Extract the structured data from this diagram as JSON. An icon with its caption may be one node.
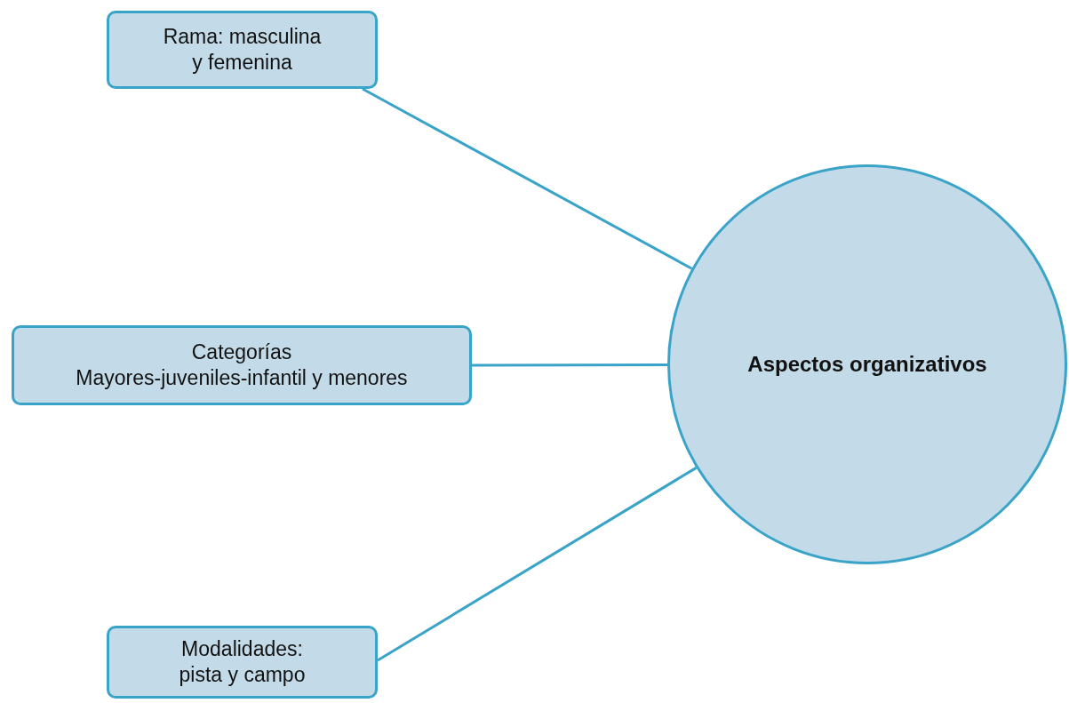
{
  "diagram": {
    "nodes": [
      {
        "text": [
          "Rama: masculina y femenina"
        ]
      },
      {
        "text": [
          "Categorías",
          "Mayores-juveniles-infantil y menores"
        ]
      },
      {
        "text": [
          "Modalidades: pista y campo"
        ]
      },
      {
        "text": [
          "Aspectos organizativos"
        ]
      }
    ],
    "edges": [
      {
        "from": 0,
        "to": 3,
        "arrow": "none"
      },
      {
        "from": 1,
        "to": 3,
        "arrow": "none"
      },
      {
        "from": 2,
        "to": 3,
        "arrow": "none"
      }
    ]
  }
}
